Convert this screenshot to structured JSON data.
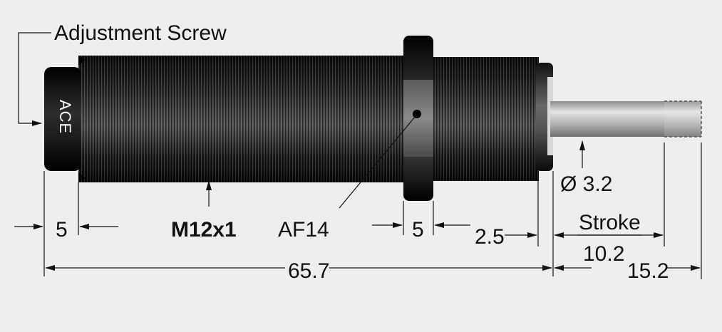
{
  "labels": {
    "adjustment_screw": "Adjustment Screw",
    "brand": "ACE",
    "thread": "M12x1",
    "wrench_size": "AF14",
    "rod_diameter": "Ø 3.2",
    "stroke": "Stroke"
  },
  "dimensions": {
    "cap_length": "5",
    "nut_width": "5",
    "end_offset": "2.5",
    "body_length": "65.7",
    "stroke_length": "10.2",
    "rod_extension": "15.2"
  },
  "colors": {
    "background": "#eeeeee",
    "body": "#1c1c1c",
    "thread_highlight": "#6a6a6a",
    "rod": "#b8b8b8",
    "line": "#111111"
  }
}
